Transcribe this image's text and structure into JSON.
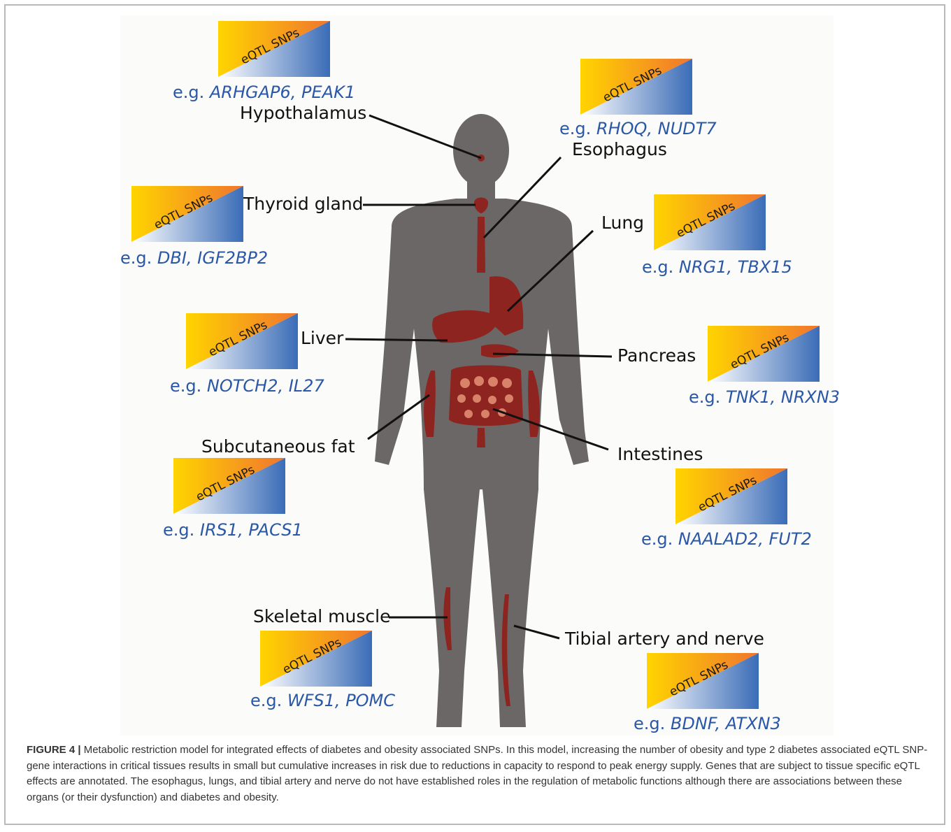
{
  "badge_text": "eQTL SNPs",
  "colors": {
    "body_silhouette": "#6b6766",
    "organ": "#8e241f",
    "gene_text": "#2a57a6",
    "gradient_yellow": "#ffd400",
    "gradient_orange": "#f0752e",
    "gradient_blue": "#3a6cb7",
    "gradient_white": "#ffffff"
  },
  "tissues": [
    {
      "id": "hypothalamus",
      "label": "Hypothalamus",
      "prefix": "e.g. ",
      "genes": "ARHGAP6, PEAK1"
    },
    {
      "id": "esophagus",
      "label": "Esophagus",
      "prefix": "e.g. ",
      "genes": "RHOQ, NUDT7"
    },
    {
      "id": "thyroid",
      "label": "Thyroid gland",
      "prefix": "e.g. ",
      "genes": "DBI, IGF2BP2"
    },
    {
      "id": "lung",
      "label": "Lung",
      "prefix": "e.g. ",
      "genes": "NRG1, TBX15"
    },
    {
      "id": "liver",
      "label": "Liver",
      "prefix": "e.g. ",
      "genes": "NOTCH2, IL27"
    },
    {
      "id": "pancreas",
      "label": "Pancreas",
      "prefix": "e.g. ",
      "genes": "TNK1, NRXN3"
    },
    {
      "id": "subcutaneous-fat",
      "label": "Subcutaneous fat",
      "prefix": "e.g. ",
      "genes": "IRS1, PACS1"
    },
    {
      "id": "intestines",
      "label": "Intestines",
      "prefix": "e.g. ",
      "genes": "NAALAD2, FUT2"
    },
    {
      "id": "skeletal-muscle",
      "label": "Skeletal muscle",
      "prefix": "e.g. ",
      "genes": "WFS1, POMC"
    },
    {
      "id": "tibial",
      "label": "Tibial artery and nerve",
      "prefix": "e.g. ",
      "genes": "BDNF, ATXN3"
    }
  ],
  "caption": {
    "label": "FIGURE 4 |",
    "text": "Metabolic restriction model for integrated effects of diabetes and obesity associated SNPs. In this model, increasing the number of obesity and type 2 diabetes associated eQTL SNP-gene interactions in critical tissues results in small but cumulative increases in risk due to reductions in capacity to respond to peak energy supply. Genes that are subject to tissue specific eQTL effects are annotated. The esophagus, lungs, and tibial artery and nerve do not have established roles in the regulation of metabolic functions although there are associations between these organs (or their dysfunction) and diabetes and obesity."
  }
}
